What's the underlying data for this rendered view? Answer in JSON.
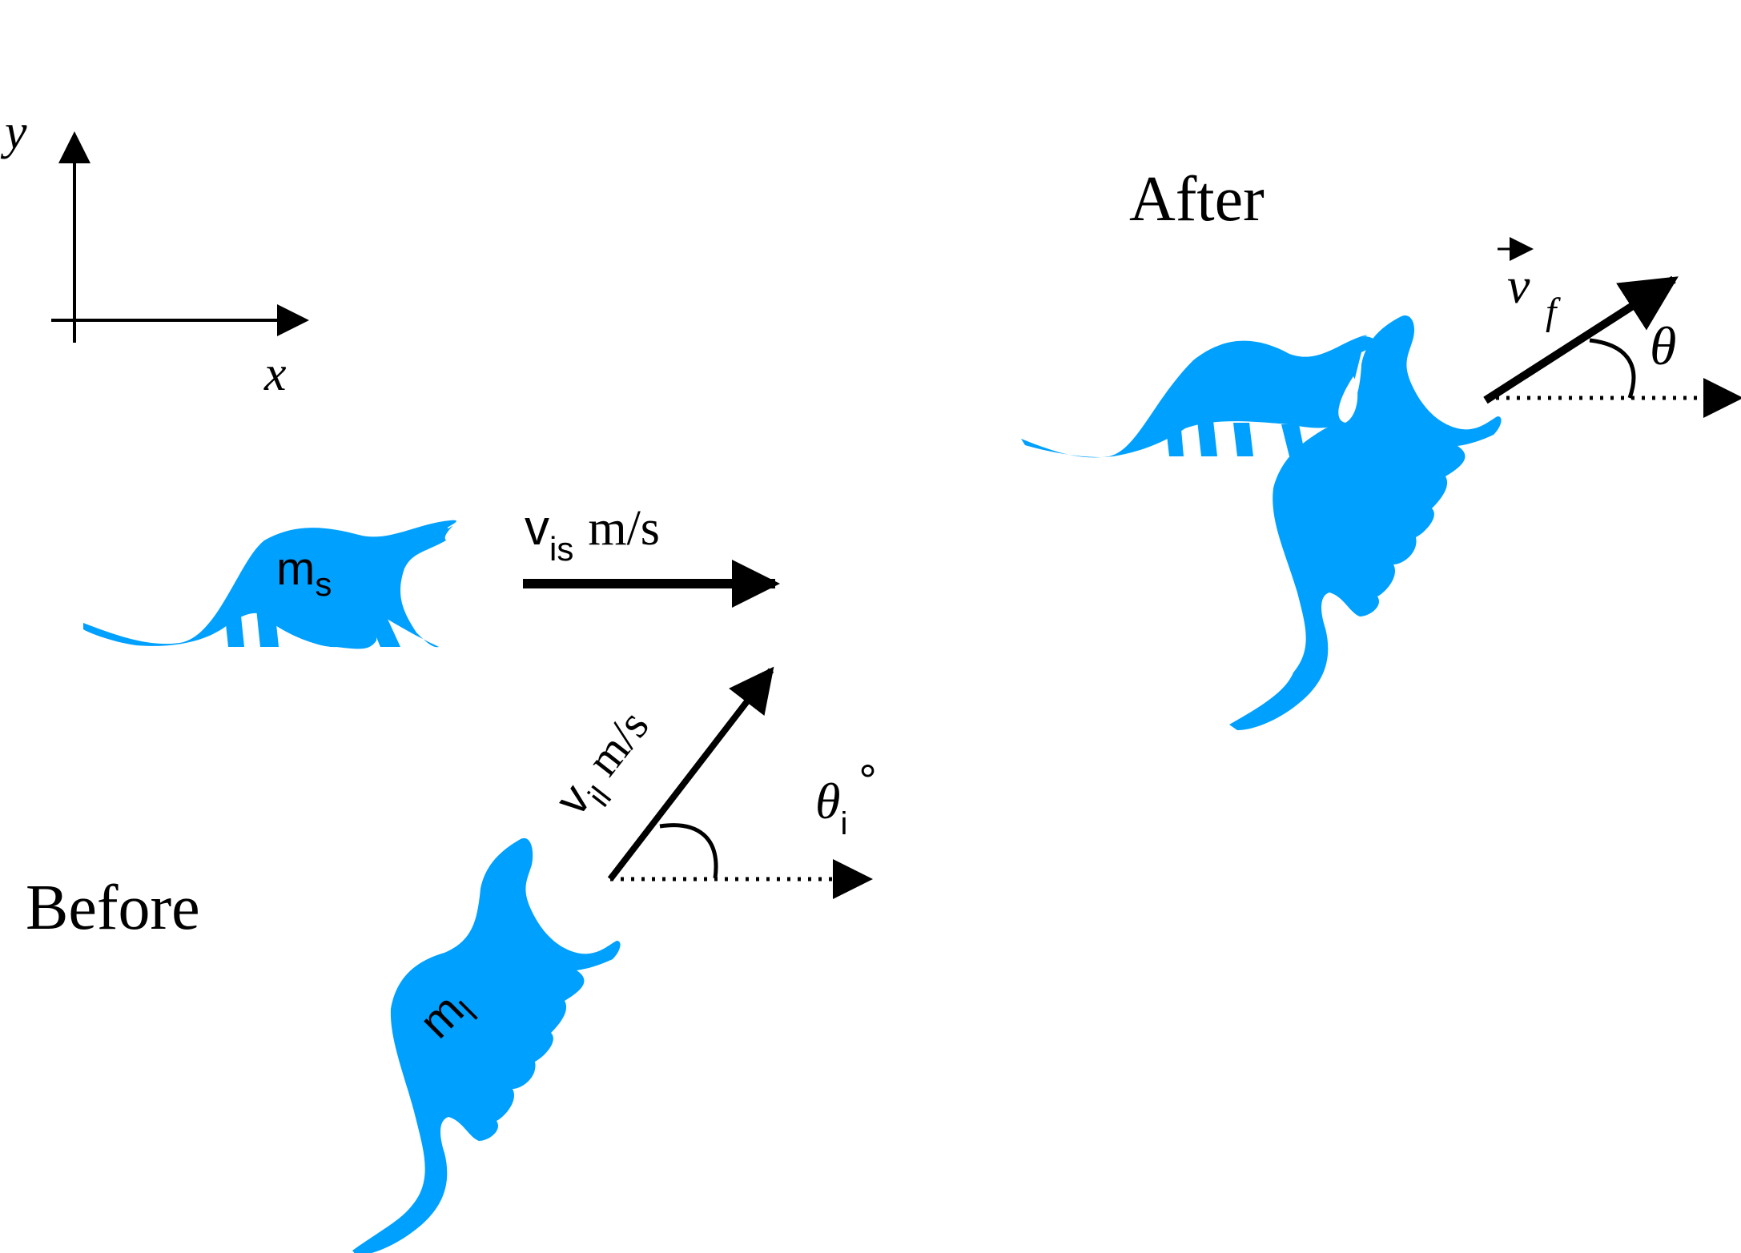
{
  "labels": {
    "before": "Before",
    "after": "After"
  },
  "axes": {
    "x": "x",
    "y": "y"
  },
  "small_otter": {
    "mass_main": "m",
    "mass_sub": "s",
    "velocity_main": "v",
    "velocity_sub": "is",
    "velocity_unit": "m/s"
  },
  "large_otter": {
    "mass_main": "m",
    "mass_sub": "l",
    "velocity_main": "v",
    "velocity_sub": "il",
    "velocity_unit": "m/s",
    "angle_symbol": "θ",
    "angle_sub": "i",
    "angle_unit": "°"
  },
  "final": {
    "velocity_symbol": "v",
    "velocity_sub": "f",
    "angle_symbol": "θ"
  },
  "colors": {
    "otter": "#00a0ff",
    "ink": "#000000"
  }
}
